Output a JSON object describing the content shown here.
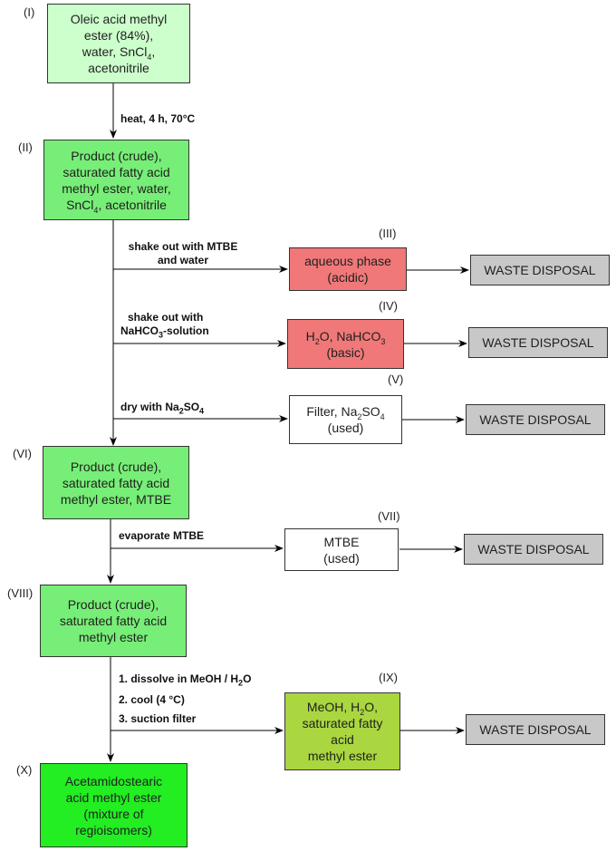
{
  "nodes": {
    "n1": {
      "label": "(I)",
      "pre": "Oleic acid methyl\nester (84%),\nwater, SnCl",
      "sub": "4",
      "post": ",\nacetonitrile"
    },
    "n2": {
      "label": "(II)",
      "pre": "Product (crude),\nsaturated fatty acid\nmethyl ester, water,\nSnCl",
      "sub": "4",
      "post": ", acetonitrile"
    },
    "n3": {
      "label": "(III)",
      "text": "aqueous phase\n(acidic)"
    },
    "n4": {
      "label": "(IV)",
      "pre": "H",
      "sub": "2",
      "post": "O, NaHCO",
      "sub2": "3",
      "post2": "\n(basic)"
    },
    "n5": {
      "label": "(V)",
      "pre": "Filter, Na",
      "sub": "2",
      "post": "SO",
      "sub2": "4",
      "post2": "\n(used)"
    },
    "n6": {
      "label": "(VI)",
      "text": "Product (crude),\nsaturated fatty acid\nmethyl ester, MTBE"
    },
    "n7": {
      "label": "(VII)",
      "text": "MTBE\n(used)"
    },
    "n8": {
      "label": "(VIII)",
      "text": "Product (crude),\nsaturated fatty acid\nmethyl ester"
    },
    "n9": {
      "label": "(IX)",
      "pre": "MeOH, H",
      "sub": "2",
      "post": "O,\nsaturated fatty\nacid\nmethyl ester"
    },
    "n10": {
      "label": "(X)",
      "text": "Acetamidostearic\nacid methyl ester\n(mixture of\nregioisomers)"
    }
  },
  "waste_label": "WASTE DISPOSAL",
  "actions": {
    "a1": "heat, 4 h, 70°C",
    "a2_line1": "shake out with MTBE",
    "a2_line2": "and water",
    "a3_line1": "shake out with",
    "a3_pre": "NaHCO",
    "a3_sub": "3",
    "a3_post": "-solution",
    "a4_pre": "dry with Na",
    "a4_sub": "2",
    "a4_mid": "SO",
    "a4_sub2": "4",
    "a5": "evaporate MTBE",
    "a6_pre": "1. dissolve in MeOH / H",
    "a6_sub": "2",
    "a6_post": "O",
    "a7": "2. cool (4 °C)",
    "a8": "3. suction filter"
  },
  "colors": {
    "start": "#ccffcc",
    "intermediate": "#77ee77",
    "product": "#22ee22",
    "acidic": "#f07878",
    "filtrate": "#aad640",
    "waste": "#c8c8c8",
    "neutral": "#ffffff"
  }
}
